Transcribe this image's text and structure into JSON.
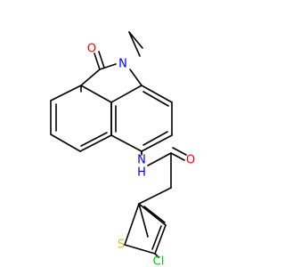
{
  "molecule": {
    "atoms": {
      "amide_O": {
        "symbol": "O",
        "color": "#ff0000"
      },
      "ring_N": {
        "symbol": "N",
        "color": "#0000ff"
      },
      "amine_N": {
        "symbol": "N",
        "color": "#0000ff"
      },
      "amine_H": {
        "symbol": "H",
        "color": "#0000ff"
      },
      "acetyl_O": {
        "symbol": "O",
        "color": "#ff0000"
      },
      "thiophene_S": {
        "symbol": "S",
        "color": "#cccc00"
      },
      "chloro": {
        "symbol": "Cl",
        "color": "#00cc00"
      }
    },
    "bond_color": "#000000"
  }
}
